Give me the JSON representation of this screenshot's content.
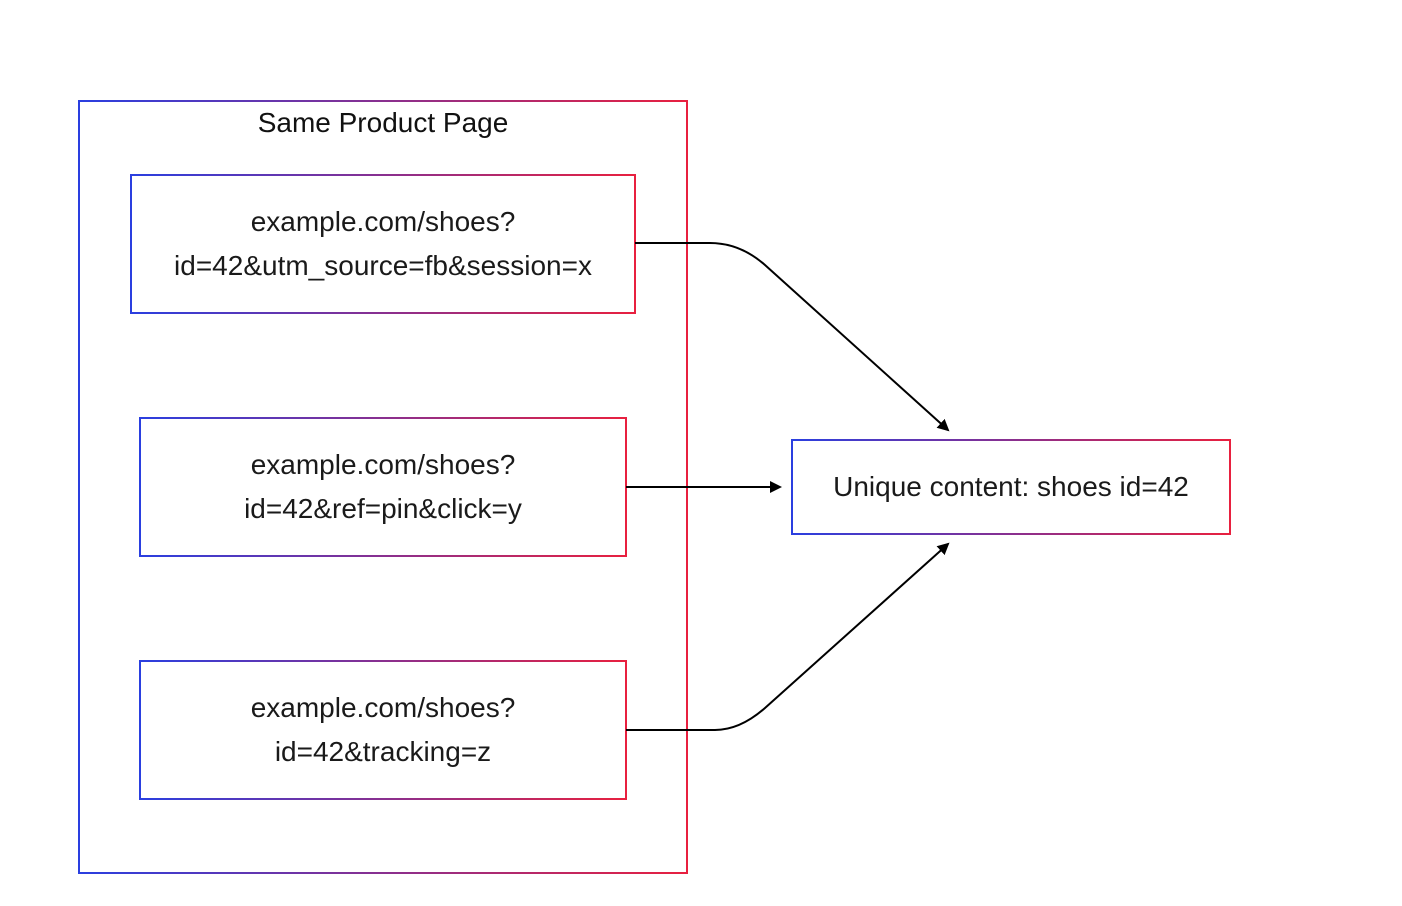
{
  "group": {
    "title": "Same Product Page"
  },
  "nodes": [
    {
      "id": "url-fb",
      "line1": "example.com/shoes?",
      "line2": "id=42&utm_source=fb&session=x"
    },
    {
      "id": "url-pin",
      "line1": "example.com/shoes?",
      "line2": "id=42&ref=pin&click=y"
    },
    {
      "id": "url-tracking",
      "line1": "example.com/shoes?",
      "line2": "id=42&tracking=z"
    }
  ],
  "target": {
    "label": "Unique content: shoes id=42"
  },
  "colors": {
    "border_start": "#2a3fe0",
    "border_end": "#e8203f",
    "arrow": "#000000",
    "background": "#ffffff"
  }
}
